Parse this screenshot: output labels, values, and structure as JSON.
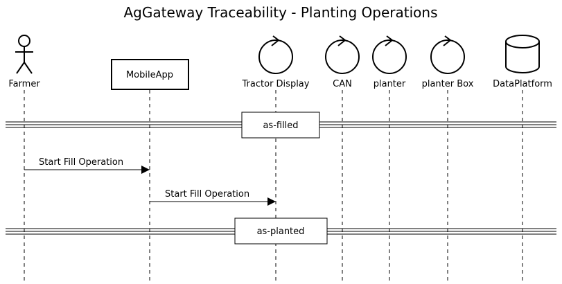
{
  "title": "AgGateway Traceability - Planting Operations",
  "participants": [
    {
      "id": "farmer",
      "label": "Farmer",
      "kind": "actor"
    },
    {
      "id": "mobileapp",
      "label": "MobileApp",
      "kind": "box"
    },
    {
      "id": "tractor-display",
      "label": "Tractor Display",
      "kind": "control"
    },
    {
      "id": "can",
      "label": "CAN",
      "kind": "control"
    },
    {
      "id": "planter",
      "label": "planter",
      "kind": "control"
    },
    {
      "id": "planter-box",
      "label": "planter Box",
      "kind": "control"
    },
    {
      "id": "dataplatform",
      "label": "DataPlatform",
      "kind": "database"
    }
  ],
  "dividers": [
    {
      "label": "as-filled"
    },
    {
      "label": "as-planted"
    }
  ],
  "messages": [
    {
      "from": "farmer",
      "to": "mobileapp",
      "label": "Start Fill Operation"
    },
    {
      "from": "mobileapp",
      "to": "tractor-display",
      "label": "Start Fill Operation"
    }
  ]
}
